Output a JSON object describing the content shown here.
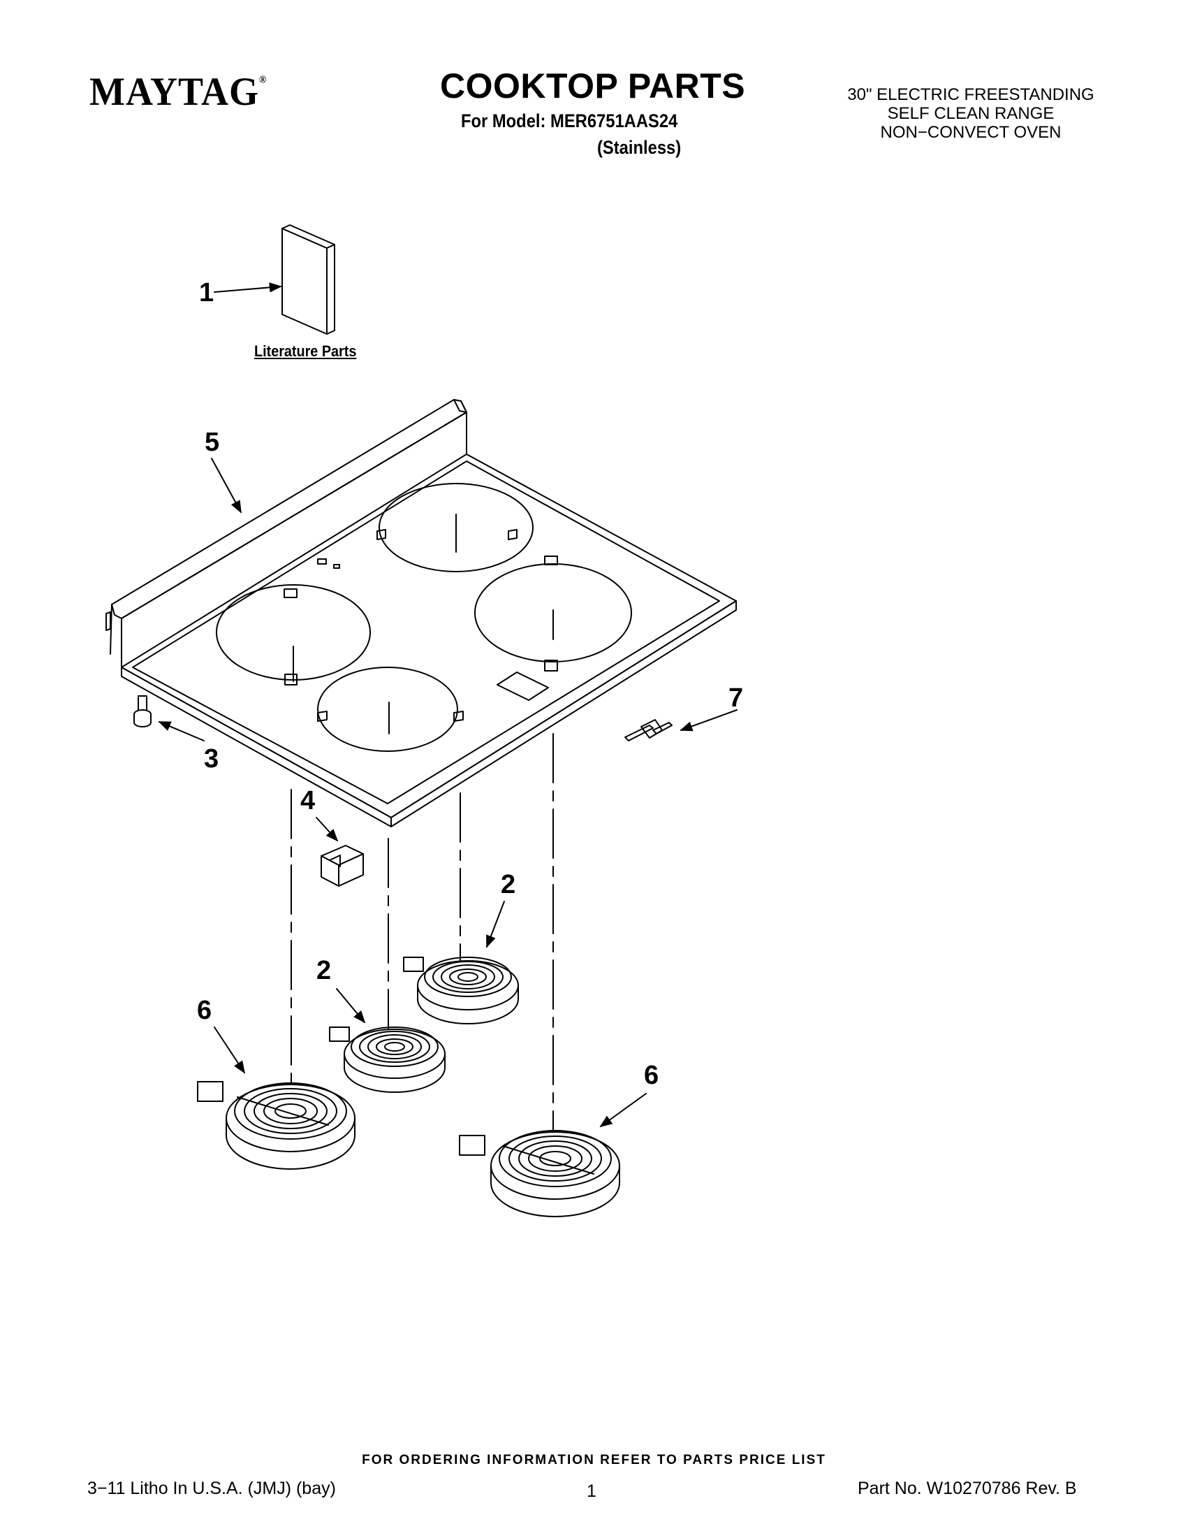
{
  "header": {
    "brand": "MAYTAG",
    "brand_mark": "®",
    "title": "COOKTOP PARTS",
    "model": "For Model: MER6751AAS24",
    "finish": "(Stainless)",
    "description": [
      "30\" ELECTRIC FREESTANDING",
      "SELF CLEAN RANGE",
      "NON−CONVECT OVEN"
    ]
  },
  "diagram": {
    "literature_label": "Literature Parts",
    "callouts": {
      "c1": "1",
      "c2a": "2",
      "c2b": "2",
      "c3": "3",
      "c4": "4",
      "c5": "5",
      "c6a": "6",
      "c6b": "6",
      "c7": "7"
    }
  },
  "footer": {
    "note": "FOR ORDERING INFORMATION REFER TO PARTS PRICE LIST",
    "left": "3−11 Litho In U.S.A. (JMJ) (bay)",
    "page": "1",
    "part_no": "Part No. W10270786 Rev. B"
  }
}
